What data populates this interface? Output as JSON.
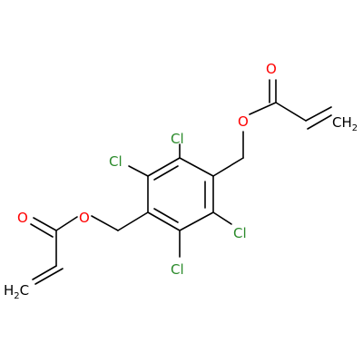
{
  "molecule": {
    "atoms": {
      "cl_top": "Cl",
      "cl_left": "Cl",
      "cl_right": "Cl",
      "cl_bottom": "Cl",
      "o_ester_right": "O",
      "o_carbonyl_right": "O",
      "o_ester_left": "O",
      "o_carbonyl_left": "O",
      "ch2_right": "CH",
      "ch2_right_sub": "2",
      "h2c_left_h": "H",
      "h2c_left_sub": "2",
      "h2c_left_c": "C"
    },
    "colors": {
      "bond": "#000000",
      "carbon_label": "#000000",
      "chlorine": "#2a8a2a",
      "oxygen": "#ff0000"
    }
  }
}
